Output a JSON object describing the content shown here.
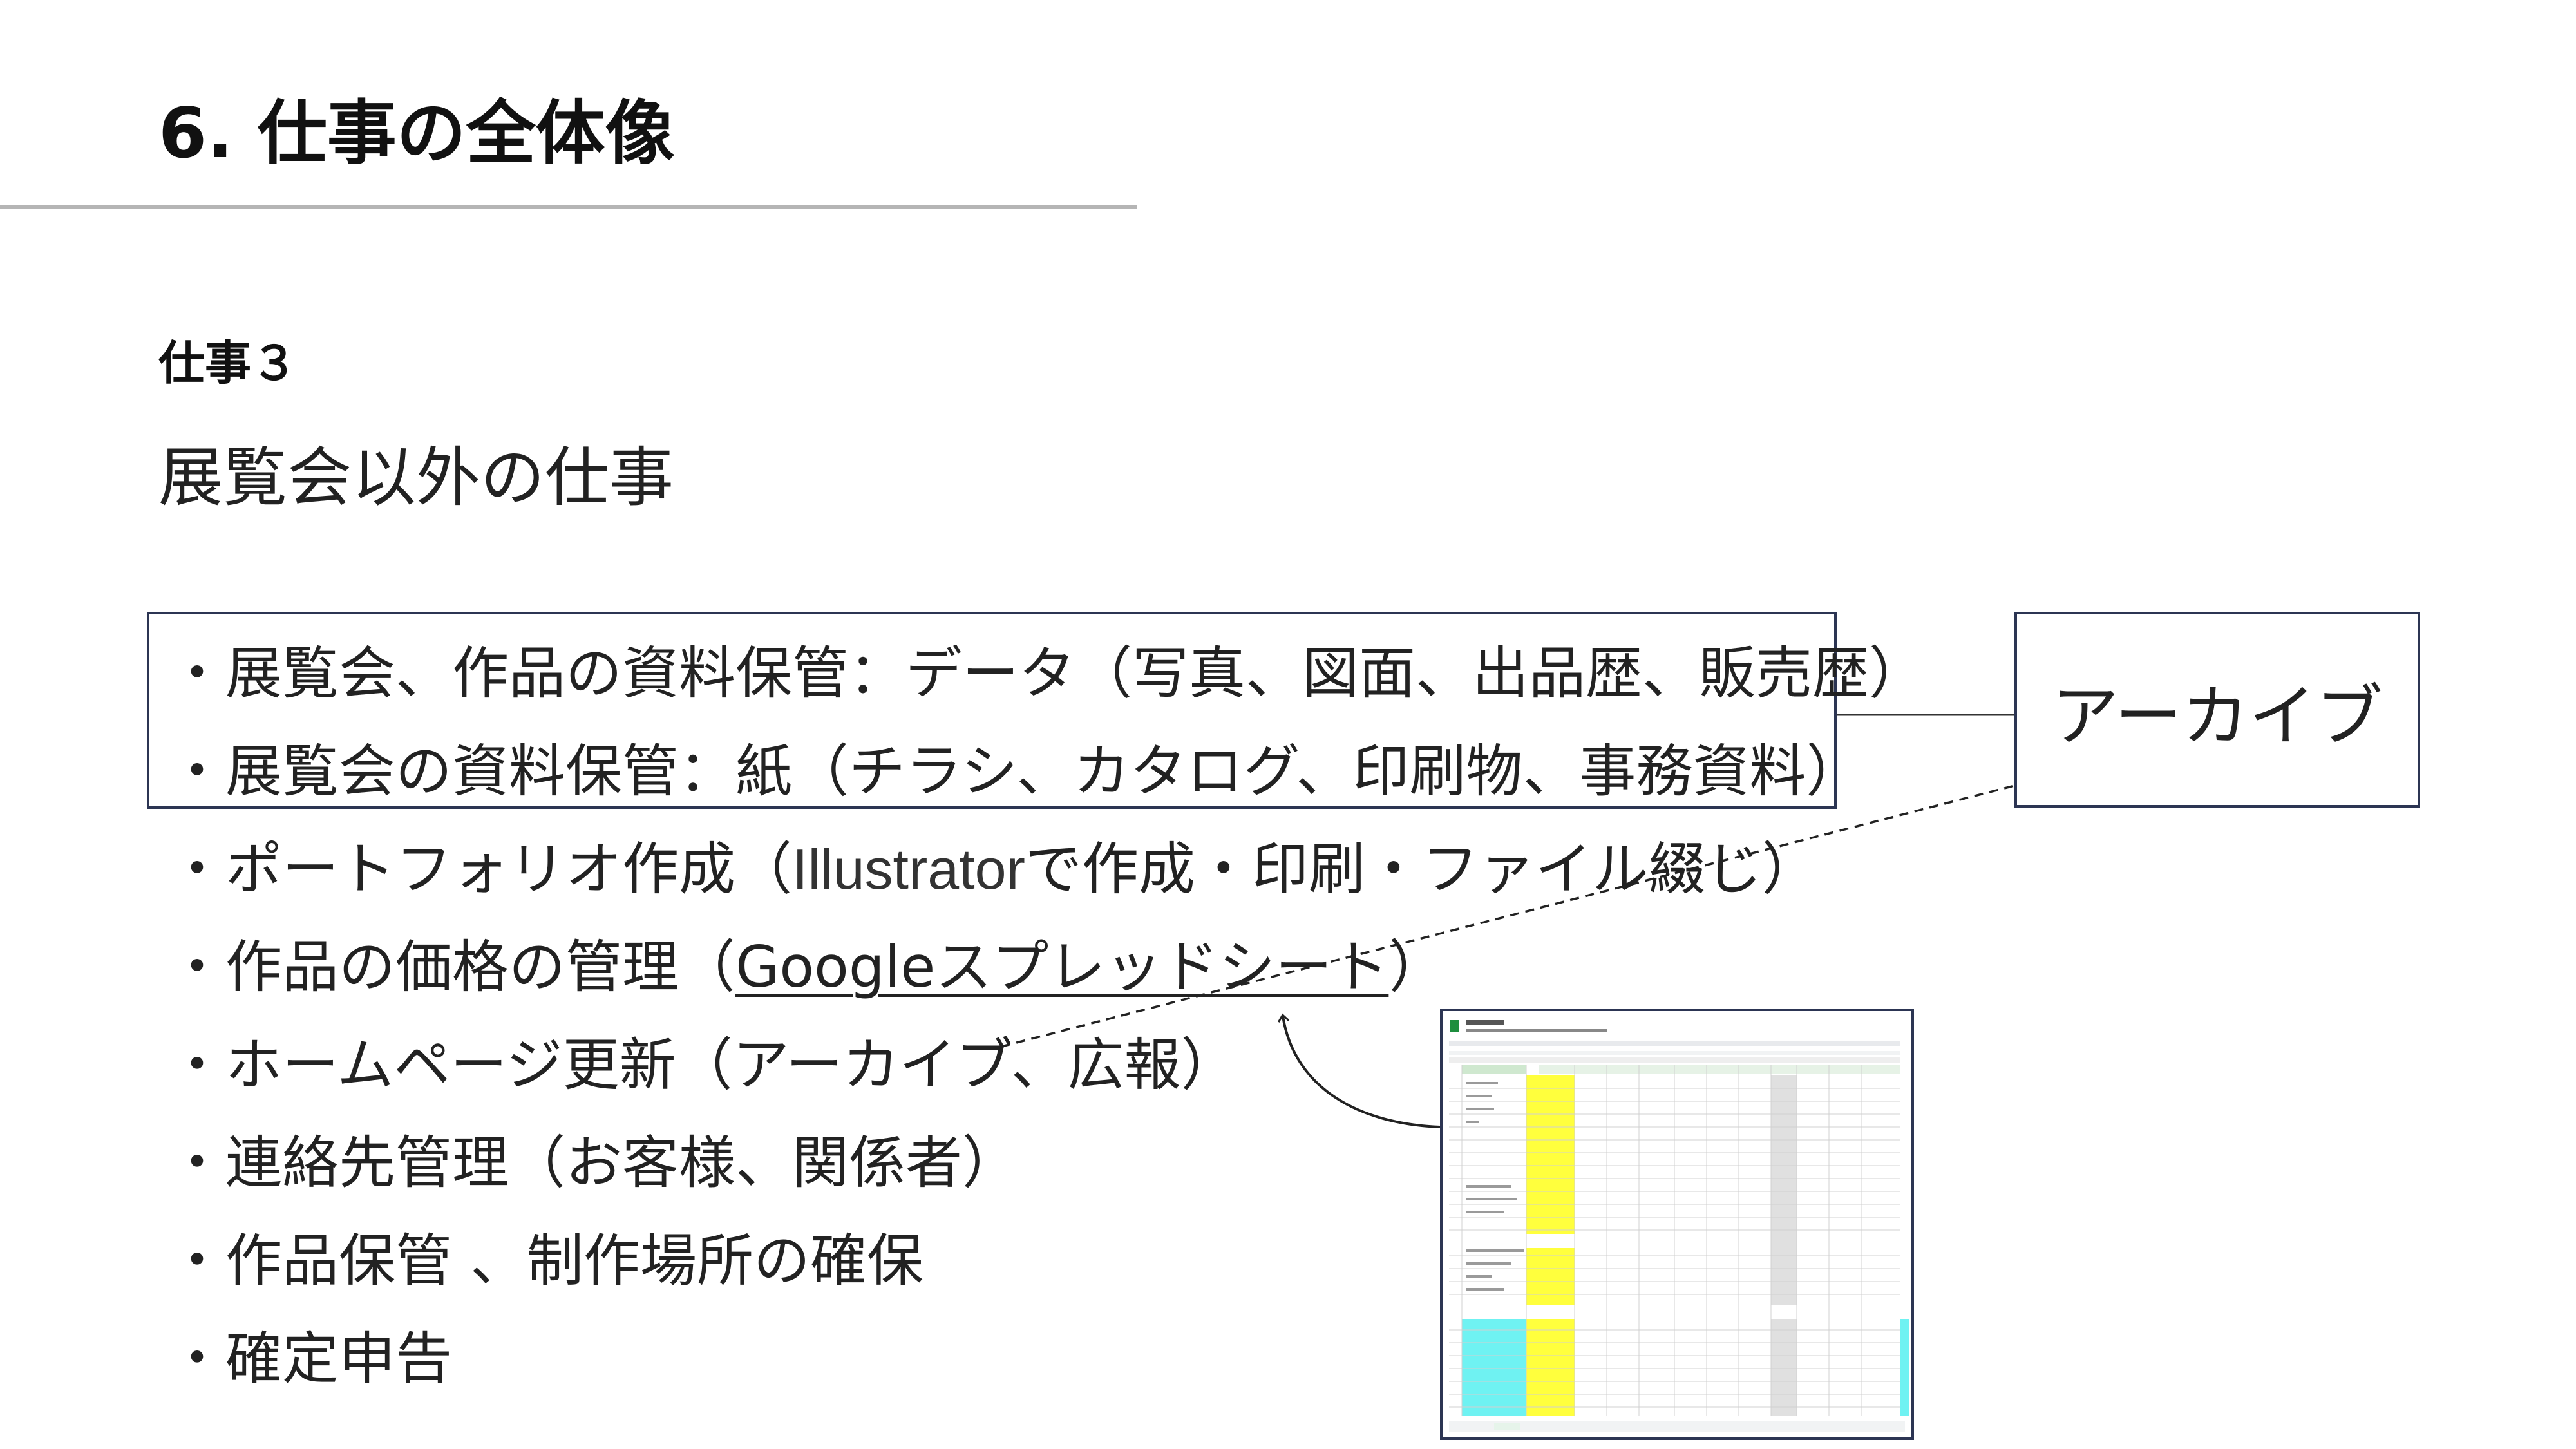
{
  "slide": {
    "title": "6. 仕事の全体像",
    "sub_label": "仕事３",
    "sub_heading": "展覧会以外の仕事"
  },
  "bullets": [
    {
      "prefix": "・展覧会、作品の資料保管：データ（写真、図面、出品歴、販売歴）"
    },
    {
      "prefix": "・展覧会の資料保管：紙（チラシ、カタログ、印刷物、事務資料）"
    },
    {
      "prefix": "・ポートフォリオ作成（",
      "latin": "Illustrator",
      "suffix": "で作成・印刷・ファイル綴じ）"
    },
    {
      "prefix": "・作品の価格の管理（",
      "underlined": "Googleスプレッドシート",
      "suffix": "）"
    },
    {
      "prefix": "・ホームページ更新（アーカイブ、広報）"
    },
    {
      "prefix": "・連絡先管理（お客様、関係者）"
    },
    {
      "prefix": "・作品保管 、制作場所の確保"
    },
    {
      "prefix": "・確定申告"
    }
  ],
  "archive_label": "アーカイブ",
  "colors": {
    "box_border": "#2c3553",
    "rule": "#b5b5b5",
    "sheet_yellow": "#ffff3d",
    "sheet_cyan": "#6ff2f2",
    "sheet_green_header": "#cfe8cf"
  }
}
